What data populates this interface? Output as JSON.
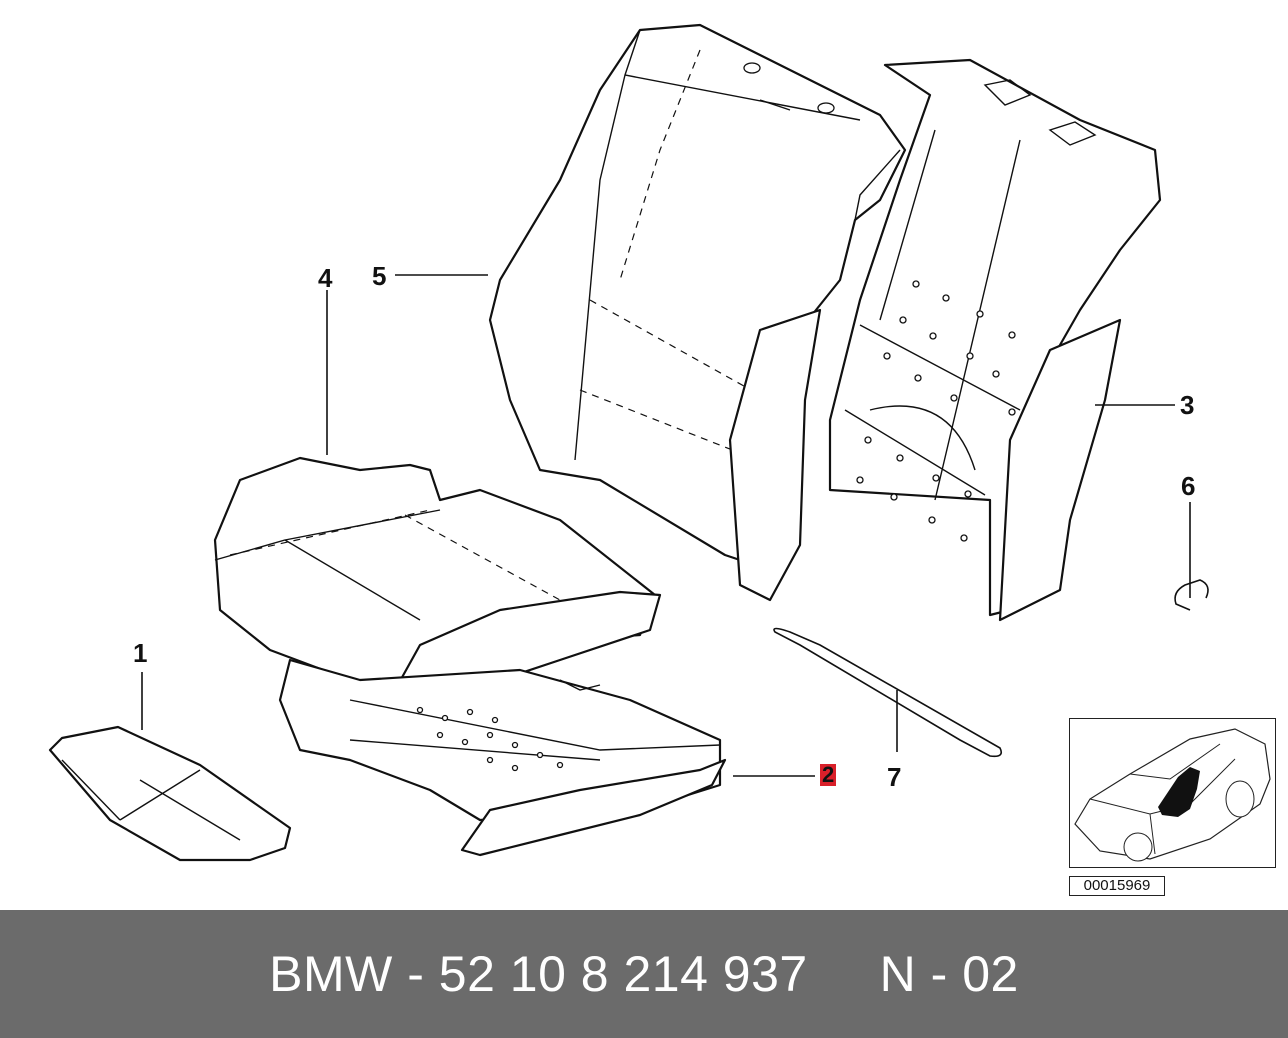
{
  "callouts": [
    {
      "id": "1",
      "label": "1"
    },
    {
      "id": "2",
      "label": "2"
    },
    {
      "id": "3",
      "label": "3"
    },
    {
      "id": "4",
      "label": "4"
    },
    {
      "id": "5",
      "label": "5"
    },
    {
      "id": "6",
      "label": "6"
    },
    {
      "id": "7",
      "label": "7"
    }
  ],
  "diagram_code": "00015969",
  "footer": {
    "brand": "BMW",
    "part_number": "52 10 8 214 937",
    "code": "N - 02",
    "text": "BMW - 52 10 8 214 937     N - 02"
  },
  "colors": {
    "footer_bg": "#6b6b6b",
    "footer_text": "#ffffff",
    "highlight": "#d9202a"
  }
}
